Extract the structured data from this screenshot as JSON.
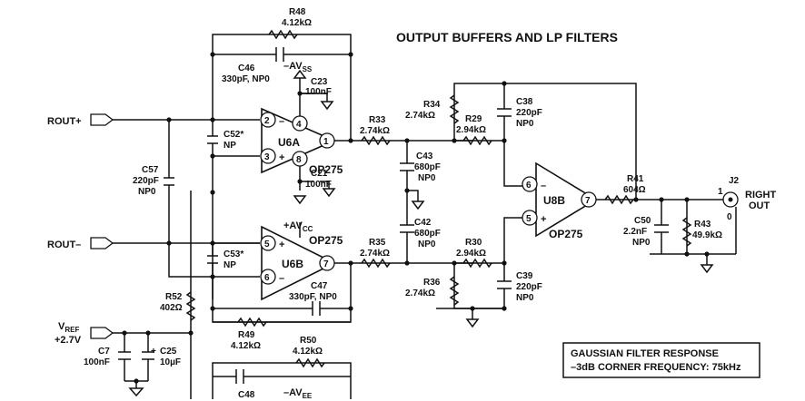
{
  "title": "OUTPUT BUFFERS AND LP FILTERS",
  "ports": {
    "rout_plus": "ROUT+",
    "rout_minus": "ROUT–",
    "vref": "V",
    "vref_sub": "REF",
    "vref_val": "+2.7V"
  },
  "amps": {
    "u6a": "U6A",
    "u6b": "U6B",
    "u8b": "U8B",
    "part_a": "OP275",
    "part_b": "OP275",
    "part_c": "OP275"
  },
  "pins": {
    "u6a_p2": "2",
    "u6a_p3": "3",
    "u6a_p4": "4",
    "u6a_p8": "8",
    "u6a_p1": "1",
    "u6b_p5": "5",
    "u6b_p6": "6",
    "u6b_p7": "7",
    "u8b_p6": "6",
    "u8b_p5": "5",
    "u8b_p7": "7"
  },
  "signs": {
    "minus": "–",
    "plus": "+"
  },
  "supplies": {
    "avss_pre": "–AV",
    "avss_sub": "SS",
    "avcc_pre": "+AV",
    "avcc_sub": "CC",
    "avee_pre": "–AV",
    "avee_sub": "EE"
  },
  "parts": {
    "r48_name": "R48",
    "r48_val": "4.12kΩ",
    "c46_name": "C46",
    "c46_val": "330pF, NP0",
    "c23_name": "C23",
    "c23_val": "100nF",
    "c52_name": "C52*",
    "c52_val": "NP",
    "c21_name": "C21",
    "c21_val": "100nF",
    "c57_name": "C57",
    "c57_val1": "220pF",
    "c57_val2": "NP0",
    "c53_name": "C53*",
    "c53_val": "NP",
    "c47_name": "C47",
    "c47_val": "330pF, NP0",
    "r52_name": "R52",
    "r52_val": "402Ω",
    "r49_name": "R49",
    "r49_val": "4.12kΩ",
    "r50_name": "R50",
    "r50_val": "4.12kΩ",
    "c48_name": "C48",
    "c7_name": "C7",
    "c7_val": "100nF",
    "c25_name": "C25",
    "c25_val": "10µF",
    "r33_name": "R33",
    "r33_val": "2.74kΩ",
    "r34_name": "R34",
    "r34_val": "2.74kΩ",
    "r29_name": "R29",
    "r29_val": "2.94kΩ",
    "c38_name": "C38",
    "c38_val1": "220pF",
    "c38_val2": "NP0",
    "c43_name": "C43",
    "c43_val1": "680pF",
    "c43_val2": "NP0",
    "c42_name": "C42",
    "c42_val1": "680pF",
    "c42_val2": "NP0",
    "r35_name": "R35",
    "r35_val": "2.74kΩ",
    "r30_name": "R30",
    "r30_val": "2.94kΩ",
    "r36_name": "R36",
    "r36_val": "2.74kΩ",
    "c39_name": "C39",
    "c39_val1": "220pF",
    "c39_val2": "NP0",
    "r41_name": "R41",
    "r41_val": "604Ω",
    "c50_name": "C50",
    "c50_val1": "2.2nF",
    "c50_val2": "NP0",
    "r43_name": "R43",
    "r43_val": "49.9kΩ",
    "j2_name": "J2",
    "j2_pin1": "1",
    "j2_pin0": "0",
    "right_out1": "RIGHT",
    "right_out2": "OUT"
  },
  "note": {
    "line1": "GAUSSIAN FILTER RESPONSE",
    "line2": "–3dB CORNER FREQUENCY: 75kHz"
  }
}
